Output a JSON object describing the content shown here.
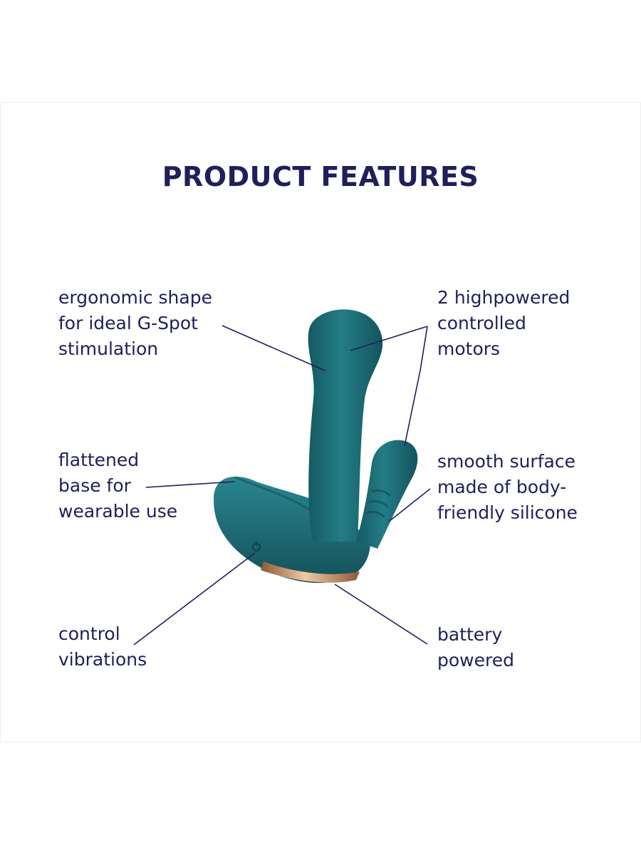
{
  "title": "PRODUCT FEATURES",
  "colors": {
    "text": "#1f1f5a",
    "product": "#1f6f78",
    "accent_ring": "#c8956a"
  },
  "features": {
    "ergonomic": [
      "ergonomic shape",
      "for ideal G-Spot",
      "stimulation"
    ],
    "flattened": [
      "flattened",
      "base for",
      "wearable use"
    ],
    "control": [
      "control",
      "vibrations"
    ],
    "motors": [
      "2 highpowered",
      "controlled",
      "motors"
    ],
    "smooth": [
      "smooth surface",
      "made of body-",
      "friendly silicone"
    ],
    "battery": [
      "battery",
      "powered"
    ]
  },
  "icons": {
    "power": "power-icon"
  }
}
